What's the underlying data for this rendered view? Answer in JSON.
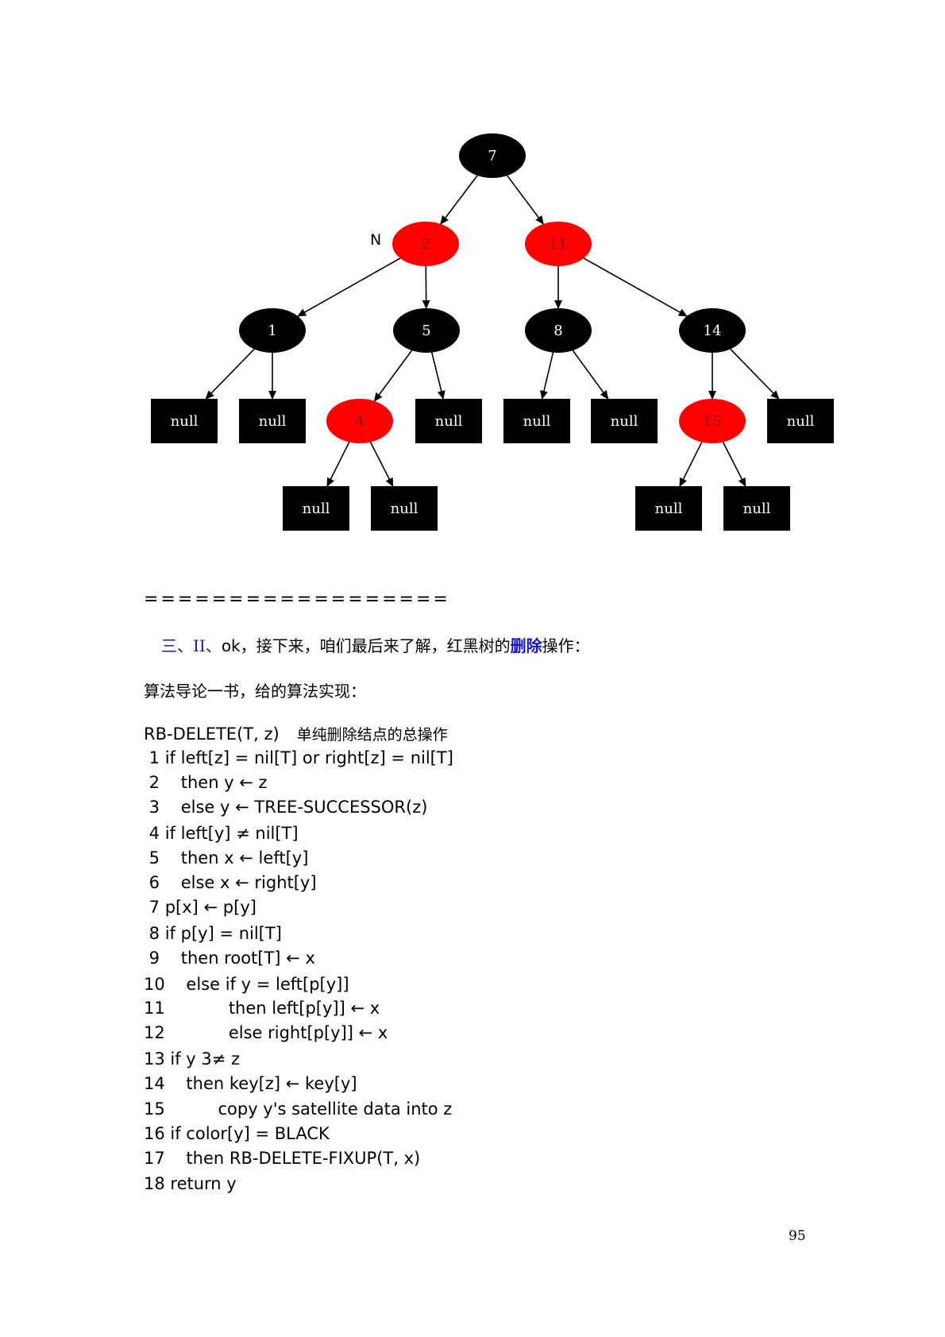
{
  "tree": {
    "nodes": [
      {
        "id": "n7",
        "label": "7",
        "color": "black",
        "shape": "ellipse"
      },
      {
        "id": "n2",
        "label": "2",
        "color": "red",
        "shape": "ellipse"
      },
      {
        "id": "n11",
        "label": "11",
        "color": "red",
        "shape": "ellipse"
      },
      {
        "id": "n1",
        "label": "1",
        "color": "black",
        "shape": "ellipse"
      },
      {
        "id": "n5",
        "label": "5",
        "color": "black",
        "shape": "ellipse"
      },
      {
        "id": "n8",
        "label": "8",
        "color": "black",
        "shape": "ellipse"
      },
      {
        "id": "n14",
        "label": "14",
        "color": "black",
        "shape": "ellipse"
      },
      {
        "id": "n4",
        "label": "4",
        "color": "red",
        "shape": "ellipse"
      },
      {
        "id": "n15",
        "label": "15",
        "color": "red",
        "shape": "ellipse"
      },
      {
        "id": "l1a",
        "label": "null",
        "color": "black",
        "shape": "box"
      },
      {
        "id": "l1b",
        "label": "null",
        "color": "black",
        "shape": "box"
      },
      {
        "id": "l5r",
        "label": "null",
        "color": "black",
        "shape": "box"
      },
      {
        "id": "l8a",
        "label": "null",
        "color": "black",
        "shape": "box"
      },
      {
        "id": "l8b",
        "label": "null",
        "color": "black",
        "shape": "box"
      },
      {
        "id": "l14r",
        "label": "null",
        "color": "black",
        "shape": "box"
      },
      {
        "id": "l4a",
        "label": "null",
        "color": "black",
        "shape": "box"
      },
      {
        "id": "l4b",
        "label": "null",
        "color": "black",
        "shape": "box"
      },
      {
        "id": "l15a",
        "label": "null",
        "color": "black",
        "shape": "box"
      },
      {
        "id": "l15b",
        "label": "null",
        "color": "black",
        "shape": "box"
      }
    ],
    "edges": [
      [
        "n7",
        "n2"
      ],
      [
        "n7",
        "n11"
      ],
      [
        "n2",
        "n1"
      ],
      [
        "n2",
        "n5"
      ],
      [
        "n11",
        "n8"
      ],
      [
        "n11",
        "n14"
      ],
      [
        "n1",
        "l1a"
      ],
      [
        "n1",
        "l1b"
      ],
      [
        "n5",
        "n4"
      ],
      [
        "n5",
        "l5r"
      ],
      [
        "n8",
        "l8a"
      ],
      [
        "n8",
        "l8b"
      ],
      [
        "n14",
        "n15"
      ],
      [
        "n14",
        "l14r"
      ],
      [
        "n4",
        "l4a"
      ],
      [
        "n4",
        "l4b"
      ],
      [
        "n15",
        "l15a"
      ],
      [
        "n15",
        "l15b"
      ]
    ],
    "marker": {
      "target": "n2",
      "label": "N"
    },
    "colors": {
      "black": "#000000",
      "red": "#ff0000",
      "text_on_black": "#ffffff"
    }
  },
  "separator": "==================",
  "heading": {
    "prefix": "三、II、",
    "ok": "ok",
    "middle": "，接下来，咱们最后来了解，红黑树的",
    "highlight": "删除",
    "suffix": "操作："
  },
  "intro": "算法导论一书，给的算法实现：",
  "algorithm": {
    "name": "RB-DELETE(T, z)",
    "note": "单纯删除结点的总操作",
    "lines": [
      " 1 if left[z] = nil[T] or right[z] = nil[T]",
      " 2    then y ← z",
      " 3    else y ← TREE-SUCCESSOR(z)",
      " 4 if left[y] ≠ nil[T]",
      " 5    then x ← left[y]",
      " 6    else x ← right[y]",
      " 7 p[x] ← p[y]",
      " 8 if p[y] = nil[T]",
      " 9    then root[T] ← x",
      "10    else if y = left[p[y]]",
      "11            then left[p[y]] ← x",
      "12            else right[p[y]] ← x",
      "13 if y 3≠ z",
      "14    then key[z] ← key[y]",
      "15          copy y's satellite data into z",
      "16 if color[y] = BLACK",
      "17    then RB-DELETE-FIXUP(T, x)",
      "18 return y"
    ]
  },
  "page_number": "95"
}
